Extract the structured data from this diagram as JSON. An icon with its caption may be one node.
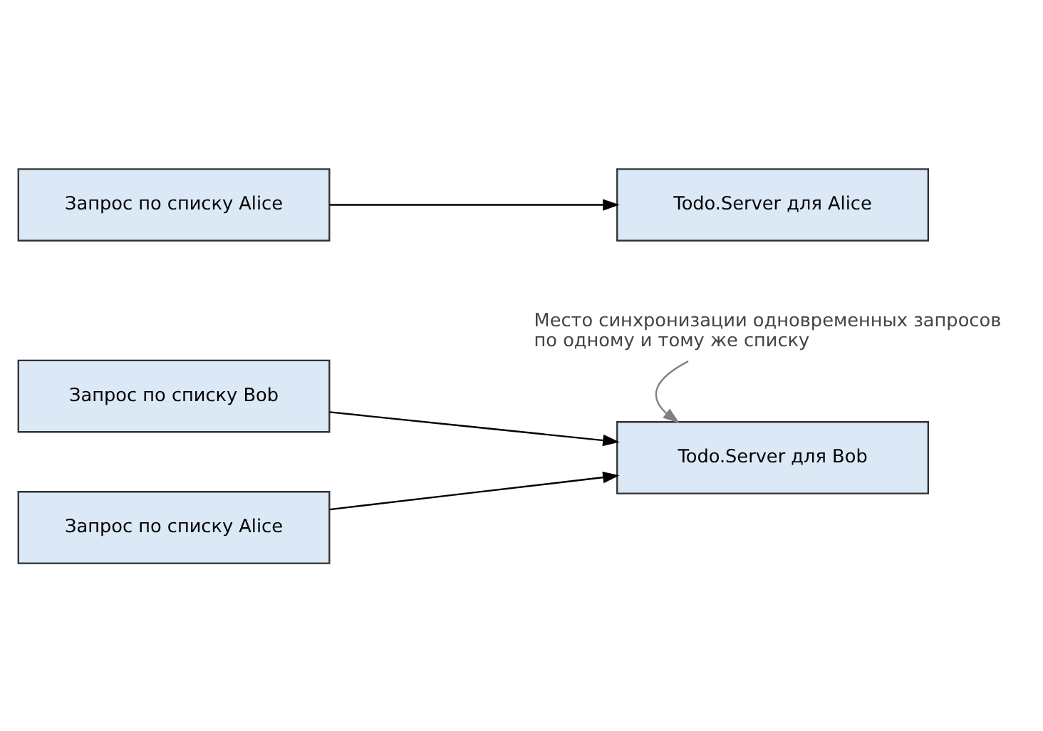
{
  "diagram": {
    "nodes": [
      {
        "text": [
          "Запрос по списку Alice"
        ]
      },
      {
        "text": [
          "Todo.Server для Alice"
        ]
      },
      {
        "text": [
          "Запрос по списку Bob"
        ]
      },
      {
        "text": [
          "Todo.Server для Bob"
        ]
      },
      {
        "text": [
          "Запрос по списку Alice"
        ]
      },
      {
        "text": [
          "Место синхронизации одновременных запросов по одному и тому же списку"
        ]
      }
    ],
    "edges": [
      {
        "from": 0,
        "to": 1,
        "arrow": "to"
      },
      {
        "from": 2,
        "to": 3,
        "arrow": "to"
      },
      {
        "from": 4,
        "to": 3,
        "arrow": "to"
      },
      {
        "from": 5,
        "to": 3,
        "arrow": "to",
        "color": "#808080"
      }
    ]
  }
}
